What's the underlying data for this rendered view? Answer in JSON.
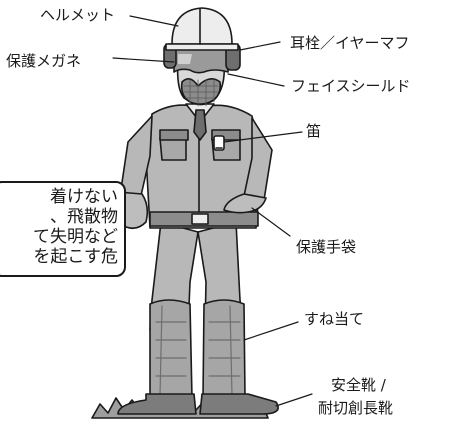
{
  "labels": {
    "helmet": "ヘルメット",
    "goggles": "保護メガネ",
    "earplugs": "耳栓／イヤーマフ",
    "face_shield": "フェイスシールド",
    "whistle": "笛",
    "gloves": "保護手袋",
    "shin_guards": "すね当て",
    "boots_line1": "安全靴 /",
    "boots_line2": "耐切創長靴"
  },
  "callout": {
    "lines": [
      "着けない",
      "、飛散物",
      "て失明など",
      "を起こす危",
      "。"
    ]
  },
  "colors": {
    "outline": "#1a1a1a",
    "suit": "#b8b8b8",
    "suit_shadow": "#8c8c8c",
    "helmet": "#ededed",
    "goggles": "#9a9a9a",
    "skin": "#d9d9d9",
    "gloves": "#bdbdbd",
    "shin_guards": "#a6a6a6",
    "grass": "#9e9e9e",
    "background": "#ffffff"
  }
}
